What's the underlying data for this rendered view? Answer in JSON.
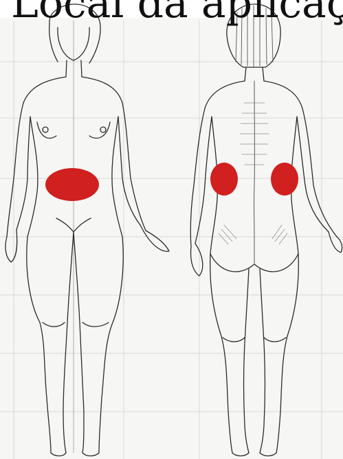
{
  "title": "Local da aplicação",
  "figures": [
    {
      "label": "",
      "view": "front"
    },
    {
      "label": "",
      "view": "back"
    }
  ],
  "markers": {
    "color": "#d0201f",
    "items": [
      {
        "name": "abdomen-marker",
        "view": "front"
      },
      {
        "name": "left-lower-back-marker",
        "view": "back"
      },
      {
        "name": "right-lower-back-marker",
        "view": "back"
      }
    ]
  }
}
